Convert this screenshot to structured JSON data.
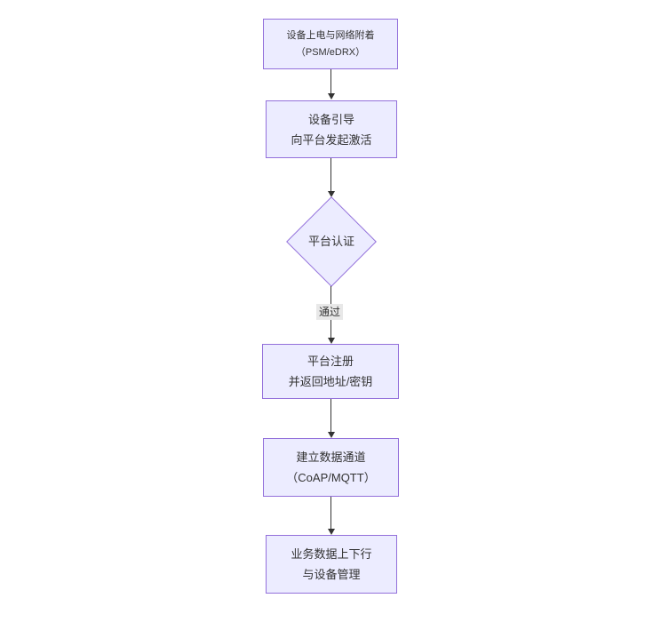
{
  "diagram": {
    "type": "flowchart",
    "direction": "top-down",
    "nodes": [
      {
        "id": "A",
        "shape": "rect",
        "lines": [
          "设备上电与网络附着",
          "（PSM/eDRX）"
        ]
      },
      {
        "id": "B",
        "shape": "rect",
        "lines": [
          "设备引导",
          "向平台发起激活"
        ]
      },
      {
        "id": "C",
        "shape": "diamond",
        "lines": [
          "平台认证"
        ]
      },
      {
        "id": "D",
        "shape": "rect",
        "lines": [
          "平台注册",
          "并返回地址/密钥"
        ]
      },
      {
        "id": "E",
        "shape": "rect",
        "lines": [
          "建立数据通道",
          "（CoAP/MQTT）"
        ]
      },
      {
        "id": "F",
        "shape": "rect",
        "lines": [
          "业务数据上下行",
          "与设备管理"
        ]
      }
    ],
    "edges": [
      {
        "from": "A",
        "to": "B",
        "label": ""
      },
      {
        "from": "B",
        "to": "C",
        "label": ""
      },
      {
        "from": "C",
        "to": "D",
        "label": "通过"
      },
      {
        "from": "D",
        "to": "E",
        "label": ""
      },
      {
        "from": "E",
        "to": "F",
        "label": ""
      }
    ],
    "colors": {
      "node_fill": "#ECECFF",
      "node_border": "#9370DB",
      "edge_line": "#333333",
      "edge_label_bg": "#e8e8e8",
      "text": "#333333",
      "background": "#ffffff"
    }
  }
}
